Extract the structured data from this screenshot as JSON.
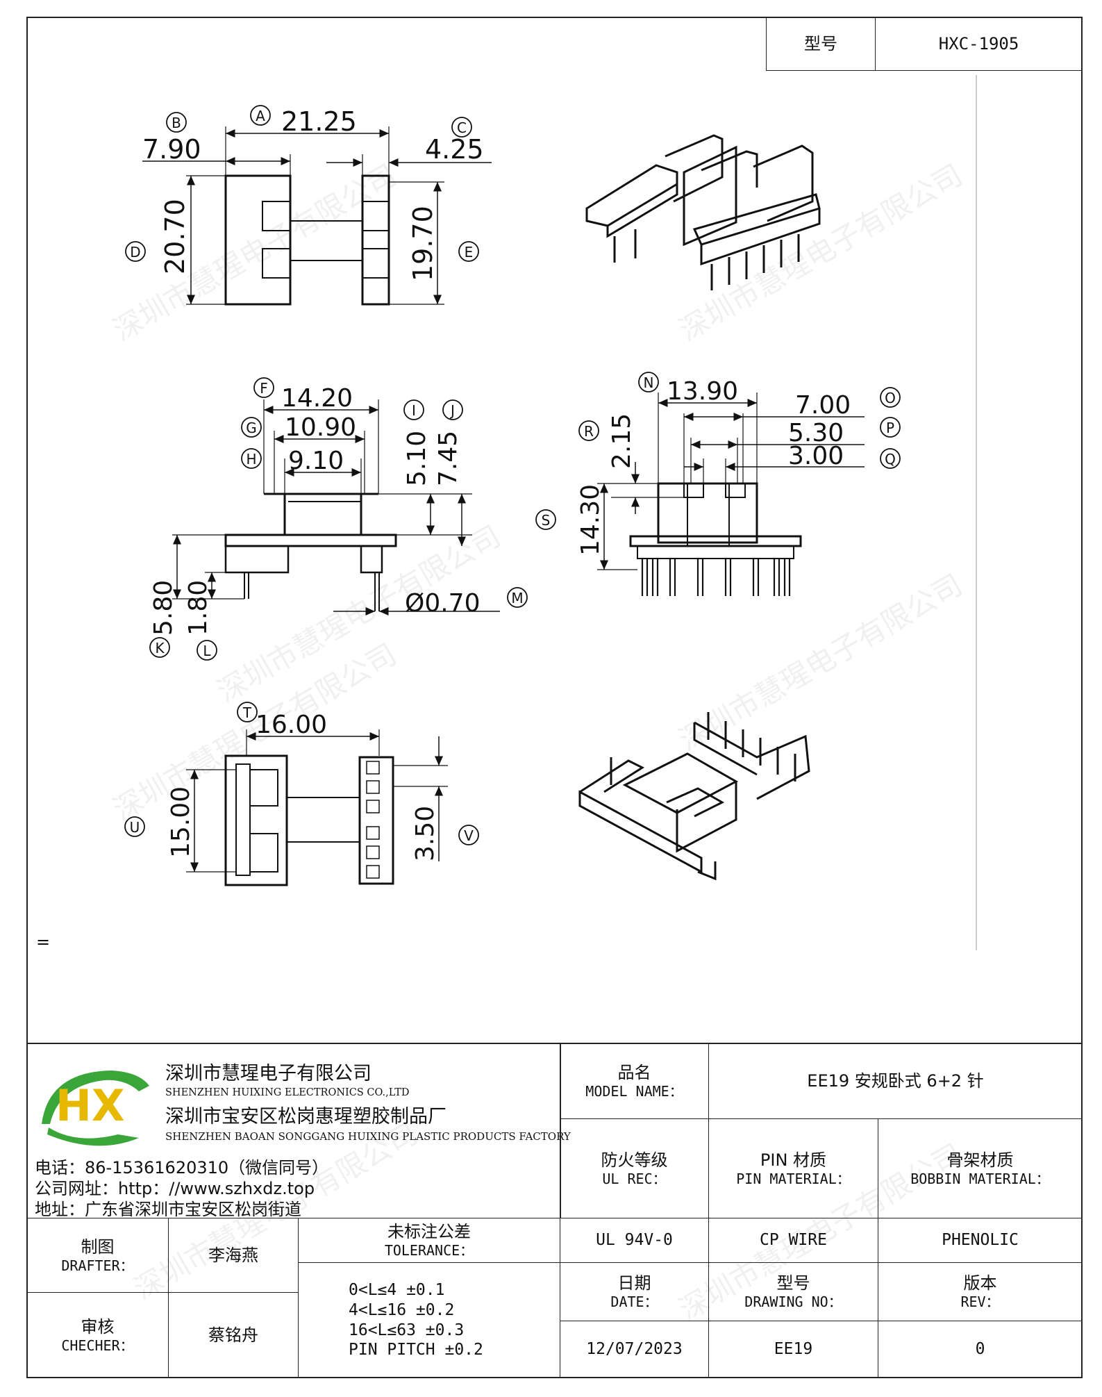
{
  "header": {
    "model_label": "型号",
    "model_value": "HXC-1905"
  },
  "watermark": "深圳市慧瑆电子有限公司",
  "stray_mark": "=",
  "drawing": {
    "dims": {
      "A": "21.25",
      "B": "7.90",
      "C": "4.25",
      "D": "20.70",
      "E": "19.70",
      "F": "14.20",
      "G": "10.90",
      "H": "9.10",
      "I": "5.10",
      "J": "7.45",
      "K": "5.80",
      "L": "1.80",
      "M": "Ø0.70",
      "N": "13.90",
      "O": "7.00",
      "P": "5.30",
      "Q": "3.00",
      "R": "2.15",
      "S": "14.30",
      "T": "16.00",
      "U": "15.00",
      "V": "3.50"
    },
    "markers": [
      "A",
      "B",
      "C",
      "D",
      "E",
      "F",
      "G",
      "H",
      "I",
      "J",
      "K",
      "L",
      "M",
      "N",
      "O",
      "P",
      "Q",
      "R",
      "S",
      "T",
      "U",
      "V"
    ]
  },
  "company": {
    "logo_text": "HX",
    "name_cn": "深圳市慧瑆电子有限公司",
    "name_en": "SHENZHEN HUIXING ELECTRONICS CO.,LTD",
    "factory_cn": "深圳市宝安区松岗惠瑆塑胶制品厂",
    "factory_en": "SHENZHEN BAOAN SONGGANG HUIXING PLASTIC PRODUCTS FACTORY",
    "phone": "电话：86-15361620310（微信同号）",
    "website": "公司网址：http：//www.szhxdz.top",
    "address": "地址：广东省深圳市宝安区松岗街道"
  },
  "title_block": {
    "model_name_cn": "品名",
    "model_name_en": "MODEL NAME：",
    "model_name_value": "EE19 安规卧式 6+2 针",
    "ul_cn": "防火等级",
    "ul_en": "UL REC：",
    "ul_value": "UL 94V-0",
    "pin_cn": "PIN 材质",
    "pin_en": "PIN MATERIAL：",
    "pin_value": "CP WIRE",
    "bobbin_cn": "骨架材质",
    "bobbin_en": "BOBBIN MATERIAL：",
    "bobbin_value": "PHENOLIC",
    "drafter_cn": "制图",
    "drafter_en": "DRAFTER：",
    "drafter_name": "李海燕",
    "checker_cn": "审核",
    "checker_en": "CHECHER：",
    "checker_name": "蔡铭舟",
    "tolerance_cn": "未标注公差",
    "tolerance_en": "TOLERANCE：",
    "tolerance_lines": [
      "0<L≤4  ±0.1",
      "4<L≤16 ±0.2",
      "16<L≤63 ±0.3",
      "PIN PITCH ±0.2"
    ],
    "date_cn": "日期",
    "date_en": "DATE：",
    "date_value": "12/07/2023",
    "drawing_no_cn": "型号",
    "drawing_no_en": "DRAWING NO：",
    "drawing_no_value": "EE19",
    "rev_cn": "版本",
    "rev_en": "REV：",
    "rev_value": "0"
  }
}
